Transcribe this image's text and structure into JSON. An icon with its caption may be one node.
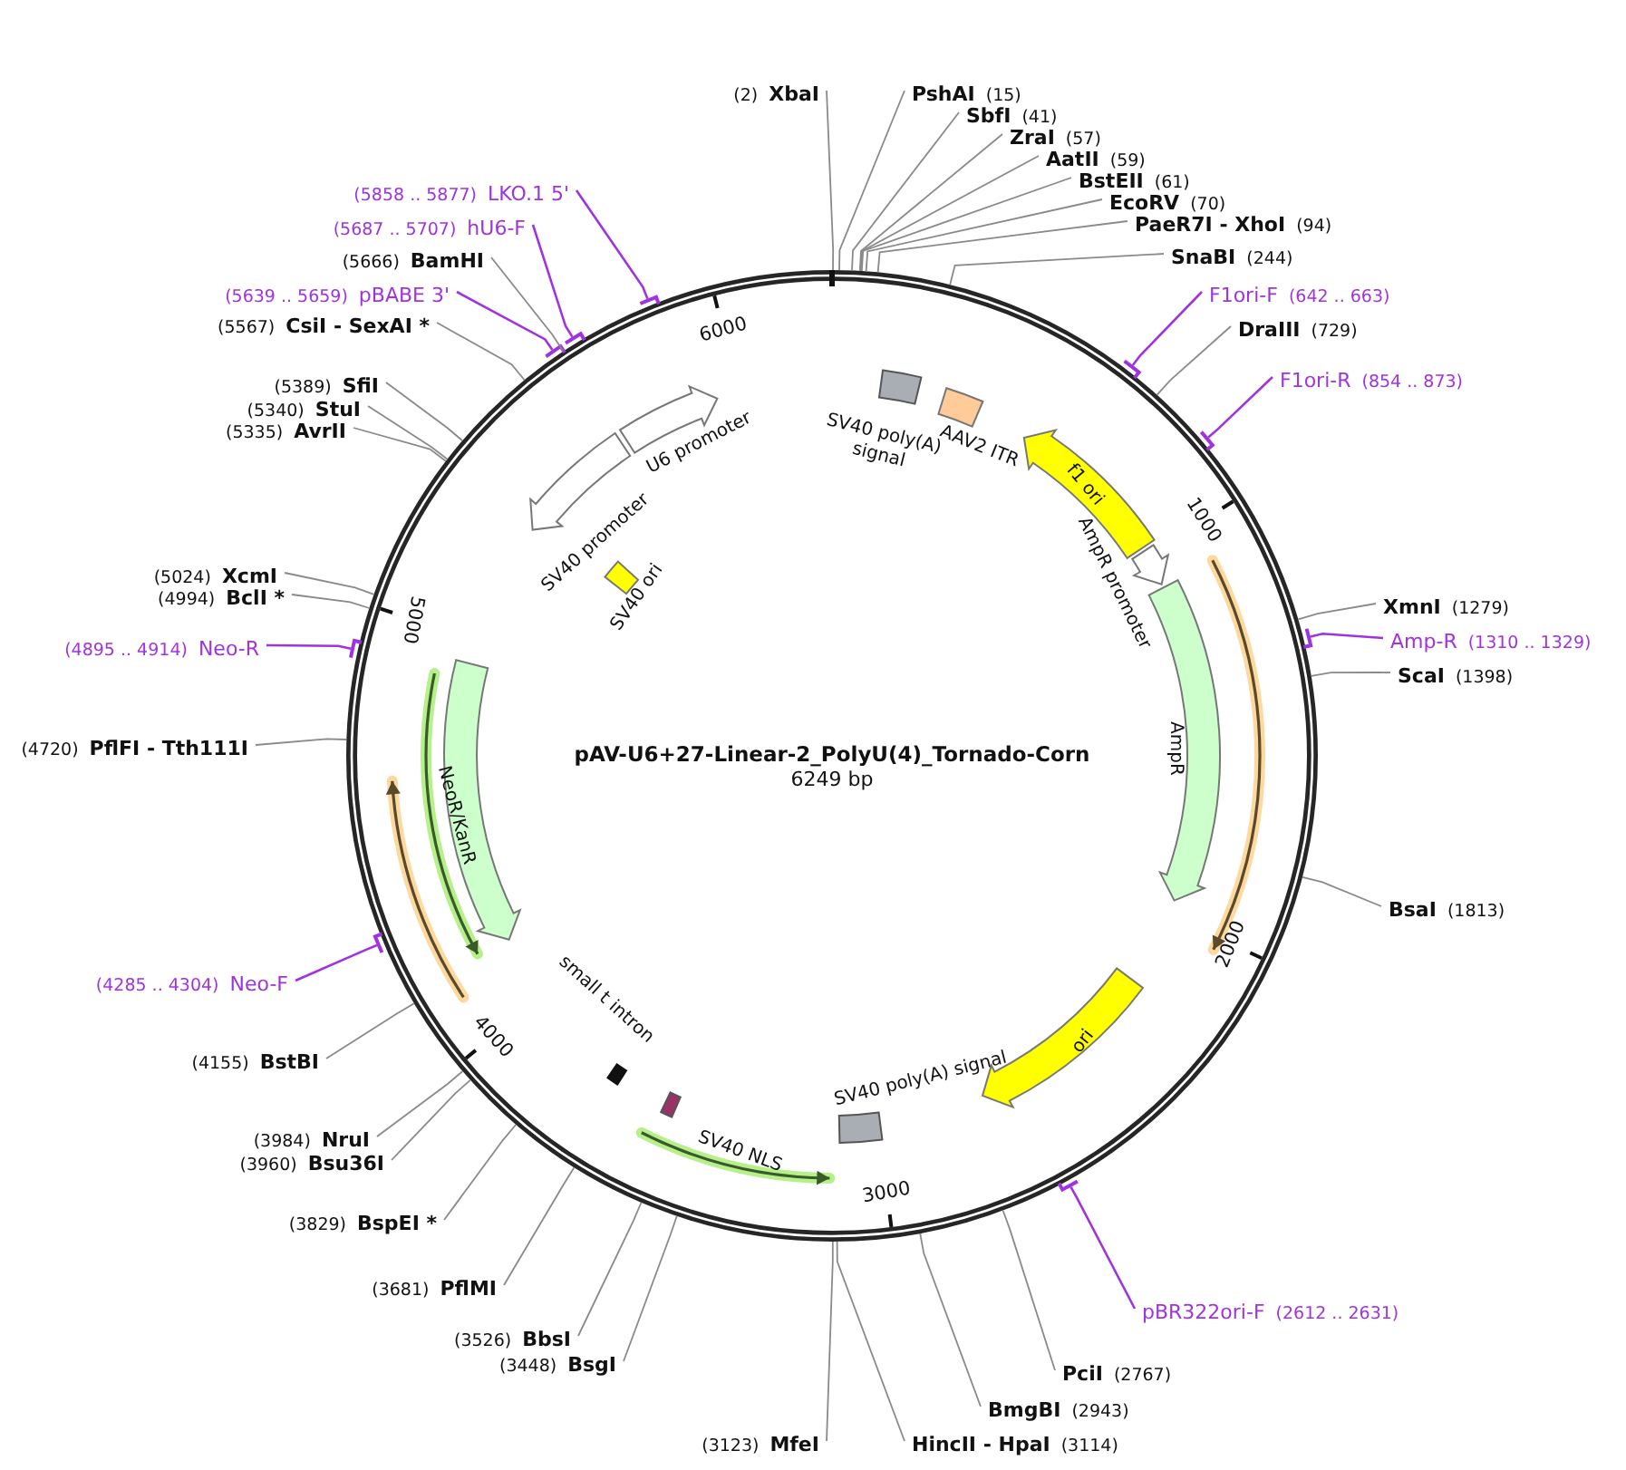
{
  "diagram": {
    "title": "pAV-U6+27-Linear-2_PolyU(4)_Tornado-Corn",
    "nodes": [
      {
        "text": [
          "(2)",
          "XbaI"
        ]
      },
      {
        "text": [
          "PshAI",
          "(15)"
        ]
      },
      {
        "text": [
          "SbfI",
          "(41)"
        ]
      },
      {
        "text": [
          "ZraI",
          "(57)"
        ]
      },
      {
        "text": [
          "AatII",
          "(59)"
        ]
      },
      {
        "text": [
          "BstEII",
          "(61)"
        ]
      },
      {
        "text": [
          "EcoRV",
          "(70)"
        ]
      },
      {
        "text": [
          "PaeR7I - XhoI",
          "(94)"
        ]
      },
      {
        "text": [
          "SnaBI",
          "(244)"
        ]
      },
      {
        "text": [
          "F1ori-F",
          "(642 .. 663)"
        ]
      },
      {
        "text": [
          "DraIII",
          "(729)"
        ]
      },
      {
        "text": [
          "F1ori-R",
          "(854 .. 873)"
        ]
      },
      {
        "text": [
          "XmnI",
          "(1279)"
        ]
      },
      {
        "text": [
          "Amp-R",
          "(1310 .. 1329)"
        ]
      },
      {
        "text": [
          "ScaI",
          "(1398)"
        ]
      },
      {
        "text": [
          "BsaI",
          "(1813)"
        ]
      },
      {
        "text": [
          "pBR322ori-F",
          "(2612 .. 2631)"
        ]
      },
      {
        "text": [
          "PciI",
          "(2767)"
        ]
      },
      {
        "text": [
          "BmgBI",
          "(2943)"
        ]
      },
      {
        "text": [
          "HincII - HpaI",
          "(3114)"
        ]
      },
      {
        "text": [
          "(3123)",
          "MfeI"
        ]
      },
      {
        "text": [
          "(3448)",
          "BsgI"
        ]
      },
      {
        "text": [
          "(3526)",
          "BbsI"
        ]
      },
      {
        "text": [
          "(3681)",
          "PflMI"
        ]
      },
      {
        "text": [
          "(3829)",
          "BspEI *"
        ]
      },
      {
        "text": [
          "(3960)",
          "Bsu36I"
        ]
      },
      {
        "text": [
          "(3984)",
          "NruI"
        ]
      },
      {
        "text": [
          "(4155)",
          "BstBI"
        ]
      },
      {
        "text": [
          "(4285 .. 4304)",
          "Neo-F"
        ]
      },
      {
        "text": [
          "(4720)",
          "PflFI - Tth111I"
        ]
      },
      {
        "text": [
          "(4895 .. 4914)",
          "Neo-R"
        ]
      },
      {
        "text": [
          "(4994)",
          "BclI *"
        ]
      },
      {
        "text": [
          "(5024)",
          "XcmI"
        ]
      },
      {
        "text": [
          "(5335)",
          "AvrII"
        ]
      },
      {
        "text": [
          "(5340)",
          "StuI"
        ]
      },
      {
        "text": [
          "(5389)",
          "SfiI"
        ]
      },
      {
        "text": [
          "(5567)",
          "CsiI - SexAI *"
        ]
      },
      {
        "text": [
          "(5639 .. 5659)",
          "pBABE 3'"
        ]
      },
      {
        "text": [
          "(5666)",
          "BamHI"
        ]
      },
      {
        "text": [
          "(5687 .. 5707)",
          "hU6-F"
        ]
      },
      {
        "text": [
          "(5858 .. 5877)",
          "LKO.1 5'"
        ]
      },
      {
        "text": [
          "SV40 poly(A) signal"
        ]
      },
      {
        "text": [
          "AAV2 ITR"
        ]
      },
      {
        "text": [
          "f1 ori"
        ]
      },
      {
        "text": [
          "AmpR promoter"
        ]
      },
      {
        "text": [
          "AmpR"
        ]
      },
      {
        "text": [
          "ori"
        ]
      },
      {
        "text": [
          "SV40 poly(A) signal"
        ]
      },
      {
        "text": [
          "SV40 NLS"
        ]
      },
      {
        "text": [
          "small t intron"
        ]
      },
      {
        "text": [
          "NeoR/KanR"
        ]
      },
      {
        "text": [
          "SV40 ori"
        ]
      },
      {
        "text": [
          "SV40 promoter"
        ]
      },
      {
        "text": [
          "U6 promoter"
        ]
      }
    ],
    "edges": [
      {
        "from": 0,
        "to": null,
        "arrow": "none"
      },
      {
        "from": 1,
        "to": null,
        "arrow": "none"
      },
      {
        "from": 2,
        "to": null,
        "arrow": "none"
      },
      {
        "from": 3,
        "to": null,
        "arrow": "none"
      },
      {
        "from": 4,
        "to": null,
        "arrow": "none"
      },
      {
        "from": 5,
        "to": null,
        "arrow": "none"
      },
      {
        "from": 6,
        "to": null,
        "arrow": "none"
      },
      {
        "from": 7,
        "to": null,
        "arrow": "none"
      },
      {
        "from": 8,
        "to": null,
        "arrow": "none"
      },
      {
        "from": 9,
        "to": null,
        "arrow": "none",
        "color": "#a033e0"
      },
      {
        "from": 10,
        "to": null,
        "arrow": "none"
      },
      {
        "from": 11,
        "to": null,
        "arrow": "none",
        "color": "#a033e0"
      },
      {
        "from": 12,
        "to": null,
        "arrow": "none"
      },
      {
        "from": 13,
        "to": null,
        "arrow": "none",
        "color": "#a033e0"
      },
      {
        "from": 14,
        "to": null,
        "arrow": "none"
      },
      {
        "from": 15,
        "to": null,
        "arrow": "none"
      },
      {
        "from": 16,
        "to": null,
        "arrow": "none",
        "color": "#a033e0"
      },
      {
        "from": 17,
        "to": null,
        "arrow": "none"
      },
      {
        "from": 18,
        "to": null,
        "arrow": "none"
      },
      {
        "from": 19,
        "to": null,
        "arrow": "none"
      },
      {
        "from": 20,
        "to": null,
        "arrow": "none"
      },
      {
        "from": 21,
        "to": null,
        "arrow": "none"
      },
      {
        "from": 22,
        "to": null,
        "arrow": "none"
      },
      {
        "from": 23,
        "to": null,
        "arrow": "none"
      },
      {
        "from": 24,
        "to": null,
        "arrow": "none"
      },
      {
        "from": 25,
        "to": null,
        "arrow": "none"
      },
      {
        "from": 26,
        "to": null,
        "arrow": "none"
      },
      {
        "from": 27,
        "to": null,
        "arrow": "none"
      },
      {
        "from": 28,
        "to": null,
        "arrow": "none",
        "color": "#a033e0"
      },
      {
        "from": 29,
        "to": null,
        "arrow": "none"
      },
      {
        "from": 30,
        "to": null,
        "arrow": "none",
        "color": "#a033e0"
      },
      {
        "from": 31,
        "to": null,
        "arrow": "none"
      },
      {
        "from": 32,
        "to": null,
        "arrow": "none"
      },
      {
        "from": 33,
        "to": null,
        "arrow": "none"
      },
      {
        "from": 34,
        "to": null,
        "arrow": "none"
      },
      {
        "from": 35,
        "to": null,
        "arrow": "none"
      },
      {
        "from": 36,
        "to": null,
        "arrow": "none"
      },
      {
        "from": 37,
        "to": null,
        "arrow": "none",
        "color": "#a033e0"
      },
      {
        "from": 38,
        "to": null,
        "arrow": "none"
      },
      {
        "from": 39,
        "to": null,
        "arrow": "none",
        "color": "#a033e0"
      },
      {
        "from": 40,
        "to": null,
        "arrow": "none",
        "color": "#a033e0"
      }
    ],
    "labels": [
      "6000",
      "1000",
      "5000",
      "6249 bp",
      "2000",
      "4000",
      "3000"
    ]
  }
}
